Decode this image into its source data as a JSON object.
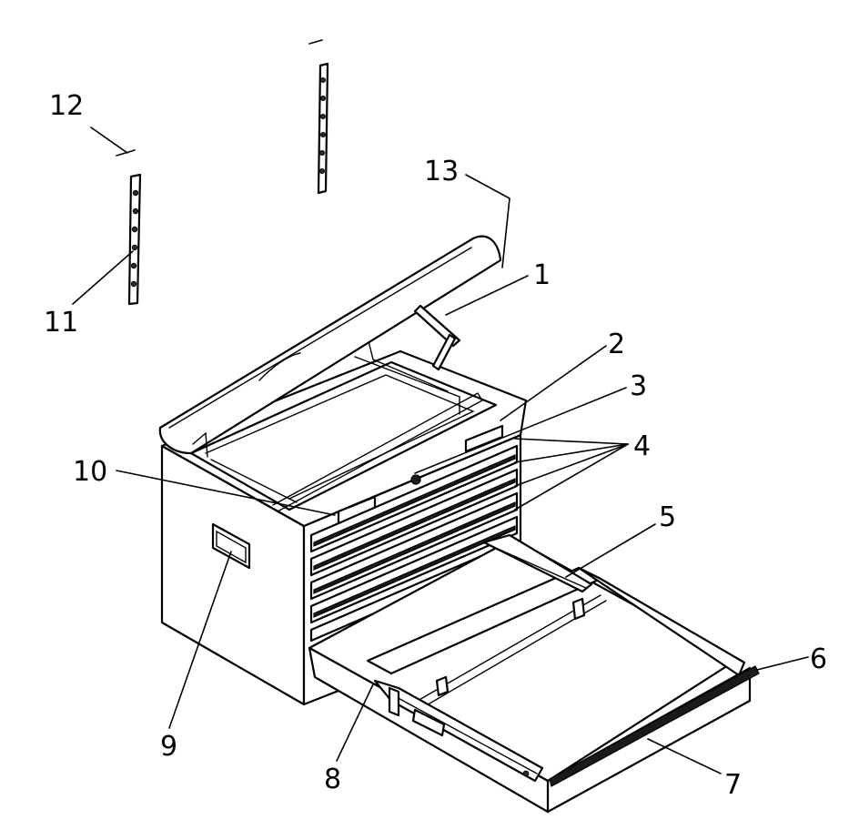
{
  "diagram": {
    "callouts": [
      {
        "id": "1",
        "label": "1"
      },
      {
        "id": "2",
        "label": "2"
      },
      {
        "id": "3",
        "label": "3"
      },
      {
        "id": "4",
        "label": "4"
      },
      {
        "id": "5",
        "label": "5"
      },
      {
        "id": "6",
        "label": "6"
      },
      {
        "id": "7",
        "label": "7"
      },
      {
        "id": "8",
        "label": "8"
      },
      {
        "id": "9",
        "label": "9"
      },
      {
        "id": "10",
        "label": "10"
      },
      {
        "id": "11",
        "label": "11"
      },
      {
        "id": "12",
        "label": "12"
      },
      {
        "id": "13",
        "label": "13"
      }
    ],
    "colors": {
      "ink": "#000000",
      "paper": "#ffffff"
    }
  }
}
